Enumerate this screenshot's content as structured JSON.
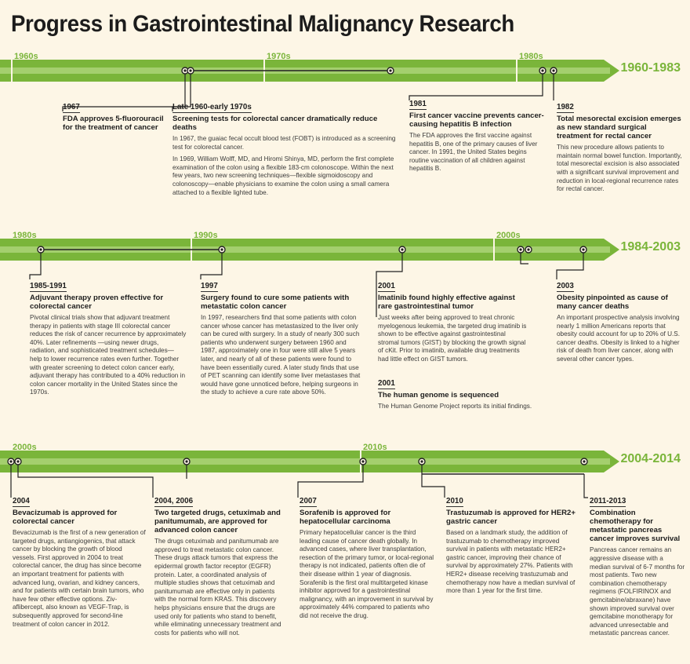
{
  "title": "Progress in Gastrointestinal Malignancy Research",
  "colors": {
    "bar": "#7ab53a",
    "bar_light": "#a4cf6e",
    "ink": "#1e1e1e",
    "background": "#fdf6e6"
  },
  "timelines": [
    {
      "range": "1960-1983",
      "decades": [
        "1960s",
        "1970s",
        "1980s"
      ],
      "entries": [
        {
          "year": "1967",
          "headline": "FDA approves 5-fluorouracil for the treatment of cancer",
          "body": []
        },
        {
          "year": "Late 1960-early 1970s",
          "headline": "Screening tests for colorectal cancer dramatically reduce deaths",
          "body": [
            "In 1967, the guaiac fecal occult blood test (FOBT) is introduced as a screening test for colorectal cancer.",
            "In 1969, William Wolff, MD, and Hiromi Shinya, MD, perform the first complete examination of the colon using a flexible 183-cm colonoscope. Within the next few years, two new screening techniques—flexible sigmoidoscopy and colonoscopy—enable physicians to examine the colon using a small camera attached to a flexible lighted tube."
          ]
        },
        {
          "year": "1981",
          "headline": "First cancer vaccine prevents cancer-causing hepatitis B infection",
          "body": [
            "The FDA approves the first vaccine against hepatitis B, one of the primary causes of liver cancer. In 1991, the United States begins routine vaccination of all children against hepatitis B."
          ]
        },
        {
          "year": "1982",
          "headline": "Total mesorectal excision emerges as new standard surgical treatment for rectal cancer",
          "body": [
            "This new procedure allows patients to maintain normal bowel function. Importantly, total mesorectal excision is also associated with a significant survival improvement and reduction in local-regional recurrence rates for rectal cancer."
          ]
        }
      ]
    },
    {
      "range": "1984-2003",
      "decades": [
        "1980s",
        "1990s",
        "2000s"
      ],
      "entries": [
        {
          "year": "1985-1991",
          "headline": "Adjuvant therapy proven effective for colorectal cancer",
          "body": [
            "Pivotal clinical trials show that adjuvant treatment therapy in patients with stage III colorectal cancer reduces the risk of cancer recurrence by approximately 40%. Later refinements —using newer drugs, radiation, and sophisticated treatment schedules— help to lower recurrence rates even further. Together with greater screening to detect colon cancer early, adjuvant therapy has contributed to a 40% reduction in colon cancer mortality in the United States since the 1970s."
          ]
        },
        {
          "year": "1997",
          "headline": "Surgery found to cure some patients with metastatic colon cancer",
          "body": [
            "In 1997, researchers find that some patients with colon cancer whose cancer has metastasized to the liver only can be cured with surgery. In a study of nearly 300 such patients who underwent surgery between 1960 and 1987, approximately one in four were still alive 5 years later, and nearly of all of these patients were found to have been essentially cured. A later study finds that use of PET scanning can identify some liver metastases that would have gone unnoticed before, helping surgeons in the study to achieve a cure rate above 50%."
          ]
        },
        {
          "year": "2001",
          "headline": "Imatinib found highly effective against rare gastrointestinal tumor",
          "body": [
            "Just weeks after being approved to treat chronic myelogenous leukemia, the targeted drug imatinib is shown to be effective against gastrointestinal stromal tumors (GIST) by blocking the growth signal of cKit. Prior to imatinib, available drug treatments had little effect on GIST tumors."
          ]
        },
        {
          "year": "2001",
          "headline": "The human genome is sequenced",
          "body": [
            "The Human Genome Project reports its initial findings."
          ]
        },
        {
          "year": "2003",
          "headline": "Obesity pinpointed as cause of many cancer deaths",
          "body": [
            "An important prospective analysis involving nearly 1 million Americans reports that obesity could account for up to 20% of U.S. cancer deaths. Obesity is linked to a higher risk of death from liver cancer, along with several other cancer types."
          ]
        }
      ]
    },
    {
      "range": "2004-2014",
      "decades": [
        "2000s",
        "2010s"
      ],
      "entries": [
        {
          "year": "2004",
          "headline": "Bevacizumab is approved for colorectal cancer",
          "body": [
            "Bevacizumab is the first of a new generation of targeted drugs, antiangiogenics, that attack cancer by blocking the growth of blood vessels. First approved in 2004 to treat colorectal cancer, the drug has since become an important treatment for patients with advanced lung, ovarian, and kidney cancers, and for patients with certain brain tumors, who have few other effective options. Ziv-aflibercept, also known as VEGF-Trap, is subsequently approved for second-line treatment of colon cancer in 2012."
          ]
        },
        {
          "year": "2004, 2006",
          "headline": "Two targeted drugs, cetuximab and panitumumab, are approved for advanced colon cancer",
          "body": [
            "The drugs cetuximab and panitumumab are approved to treat metastatic colon cancer. These drugs attack tumors that express the epidermal growth factor receptor (EGFR) protein. Later, a coordinated analysis of multiple studies shows that cetuximab and panitumumab are effective only in patients with the normal form KRAS. This discovery helps physicians ensure that the drugs are used only for patients who stand to benefit, while eliminating unnecessary treatment and costs for patients who will not."
          ]
        },
        {
          "year": "2007",
          "headline": "Sorafenib is approved for hepatocellular carcinoma",
          "body": [
            "Primary hepatocellular cancer is the third leading cause of cancer death globally. In advanced cases, where liver transplantation, resection of the primary tumor, or local-regional therapy is not indicated, patients often die of their disease within 1 year of diagnosis. Sorafenib is the first oral multitargeted kinase inhibitor approved for a gastrointestinal malignancy, with an improvement in survival by approximately 44% compared to patients who did not receive the drug."
          ]
        },
        {
          "year": "2010",
          "headline": "Trastuzumab is approved for HER2+ gastric cancer",
          "body": [
            "Based on a landmark study, the addition of trastuzumab to chemotherapy improved survival in patients with metastatic HER2+ gastric cancer, improving their chance of survival by approximately 27%. Patients with HER2+ disease receiving trastuzumab and chemotherapy now have a median survival of more than 1 year for the first time."
          ]
        },
        {
          "year": "2011-2013",
          "headline": "Combination chemotherapy for metastatic pancreas cancer improves survival",
          "body": [
            "Pancreas cancer remains an aggressive disease with a median survival of 6-7 months for most patients. Two new combination chemotherapy regimens (FOLFIRINOX and gemcitabine/abraxane) have shown improved survival over gemcitabine monotherapy for advanced unresectable and metastatic pancreas cancer."
          ]
        }
      ]
    }
  ]
}
